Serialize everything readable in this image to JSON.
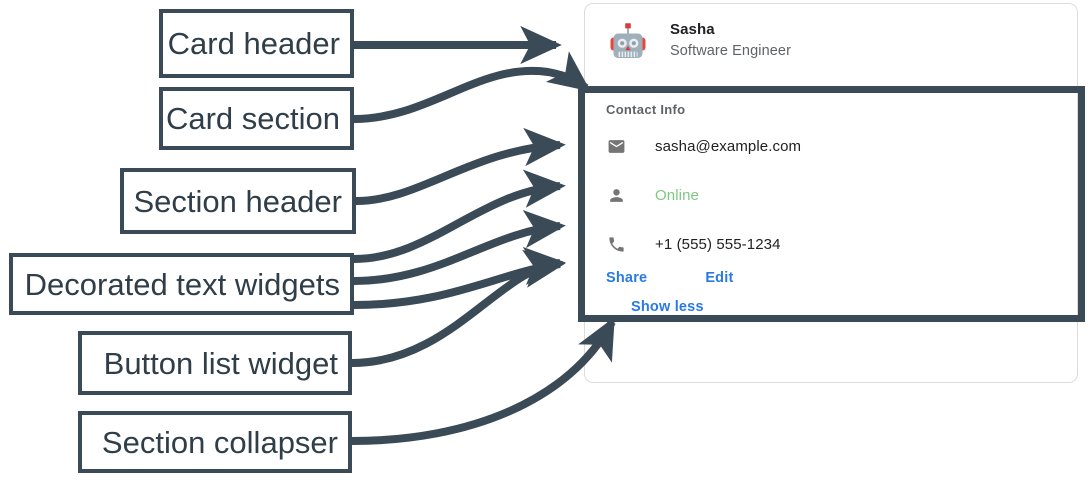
{
  "annotations": [
    {
      "label": "Card header",
      "name": "annotation-card-header"
    },
    {
      "label": "Card section",
      "name": "annotation-card-section"
    },
    {
      "label": "Section header",
      "name": "annotation-section-header"
    },
    {
      "label": "Decorated text widgets",
      "name": "annotation-decorated-text-widgets"
    },
    {
      "label": "Button list widget",
      "name": "annotation-button-list-widget"
    },
    {
      "label": "Section collapser",
      "name": "annotation-section-collapser"
    }
  ],
  "card": {
    "header": {
      "avatar_icon": "robot-avatar-icon",
      "title": "Sasha",
      "subtitle": "Software Engineer"
    },
    "section": {
      "header": "Contact Info",
      "rows": [
        {
          "icon": "email-icon",
          "text": "sasha@example.com",
          "style": "default"
        },
        {
          "icon": "person-icon",
          "text": "Online",
          "style": "green"
        },
        {
          "icon": "phone-icon",
          "text": "+1 (555) 555-1234",
          "style": "default"
        }
      ],
      "buttons": [
        {
          "label": "Share",
          "name": "share-button"
        },
        {
          "label": "Edit",
          "name": "edit-button"
        }
      ],
      "collapser": {
        "label": "Show less",
        "name": "show-less-button"
      }
    }
  },
  "colors": {
    "annotation_stroke": "#3a4a56",
    "link_blue": "#2a7ae4",
    "status_green": "#81c784",
    "icon_gray": "#757575",
    "card_border": "#dcdcdc",
    "text_primary": "#202124",
    "text_secondary": "#5f6368"
  }
}
